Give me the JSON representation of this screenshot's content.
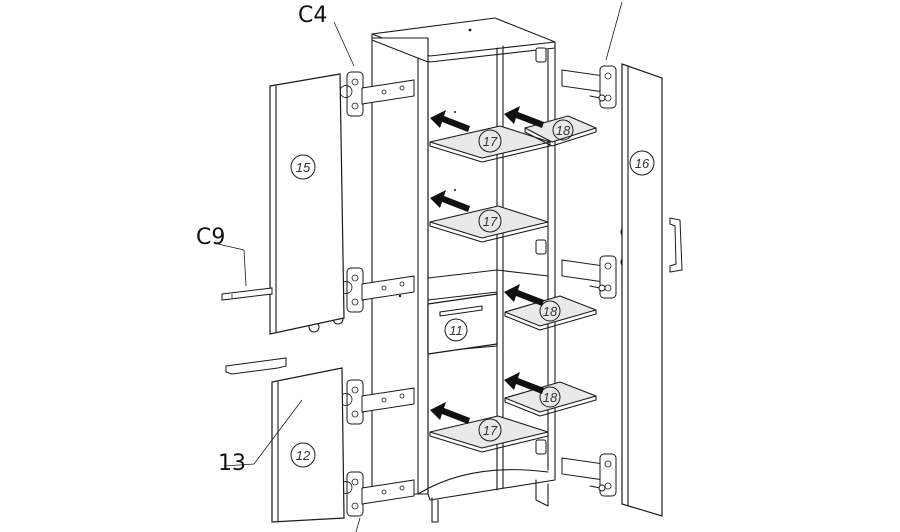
{
  "diagram": {
    "callouts": {
      "c4": "C4",
      "c9": "C9",
      "c13": "13"
    },
    "parts": {
      "left_upper_door": "15",
      "right_door": "16",
      "left_lower_door": "12",
      "shelf_top": "17",
      "shelf_mid": "17",
      "shelf_bottom": "17",
      "side_shelf_top": "18",
      "side_shelf_mid": "18",
      "side_shelf_bottom": "18",
      "drawer": "11"
    },
    "colors": {
      "line": "#1a1a1a",
      "shelf_fill": "#e9e9e9",
      "background": "#ffffff"
    }
  }
}
